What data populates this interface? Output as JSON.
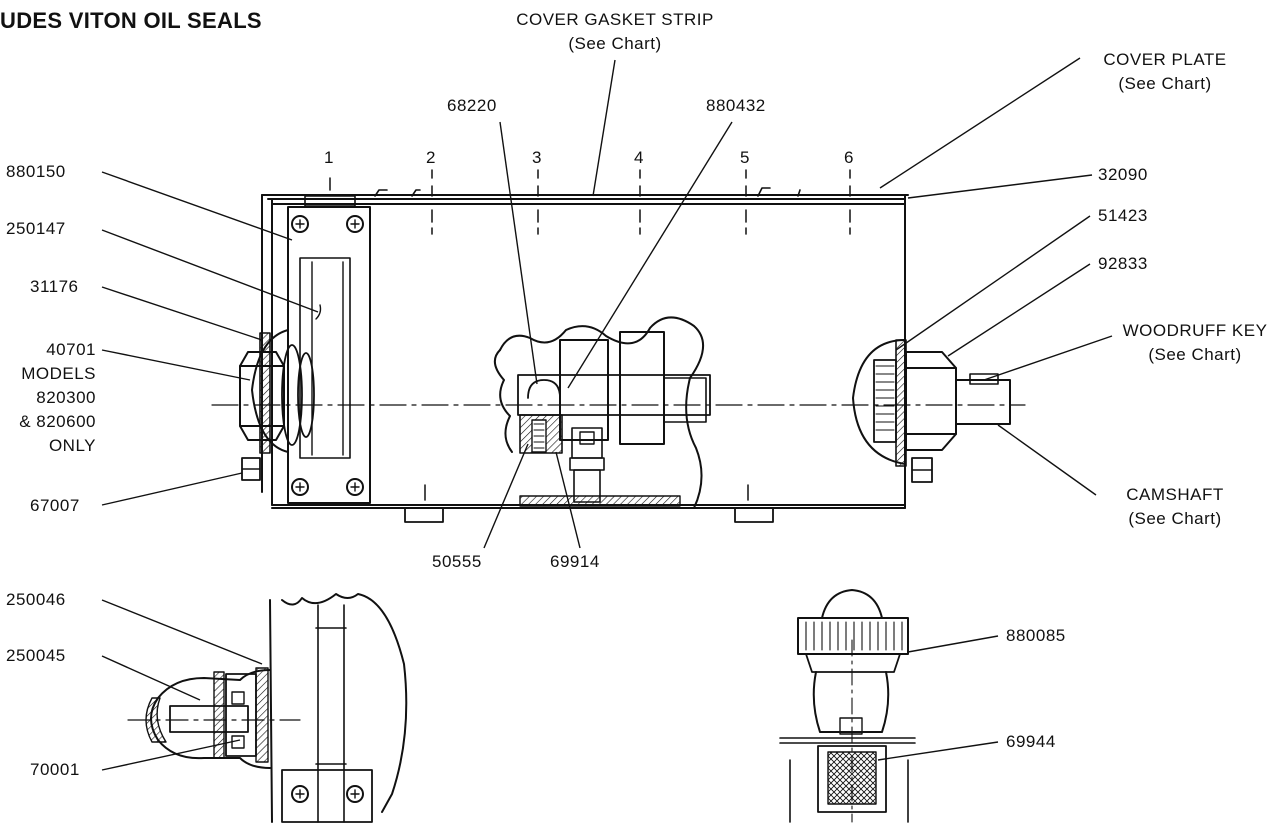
{
  "title": "UDES VITON OIL SEALS",
  "callouts": {
    "cover_gasket_strip": "COVER GASKET STRIP",
    "cover_gasket_strip_note": "(See Chart)",
    "cover_plate": "COVER PLATE",
    "cover_plate_note": "(See Chart)",
    "woodruff_key": "WOODRUFF KEY",
    "woodruff_key_note": "(See Chart)",
    "camshaft": "CAMSHAFT",
    "camshaft_note": "(See Chart)",
    "p68220": "68220",
    "p880432": "880432",
    "p880150": "880150",
    "p250147": "250147",
    "p31176": "31176",
    "p40701": "40701",
    "models_line1": "MODELS",
    "models_line2": "820300",
    "models_line3": "& 820600",
    "models_line4": "ONLY",
    "p67007": "67007",
    "p32090": "32090",
    "p51423": "51423",
    "p92833": "92833",
    "p50555": "50555",
    "p69914": "69914",
    "p250046": "250046",
    "p250045": "250045",
    "p70001": "70001",
    "p880085": "880085",
    "p69944": "69944"
  },
  "positions": [
    "1",
    "2",
    "3",
    "4",
    "5",
    "6"
  ]
}
